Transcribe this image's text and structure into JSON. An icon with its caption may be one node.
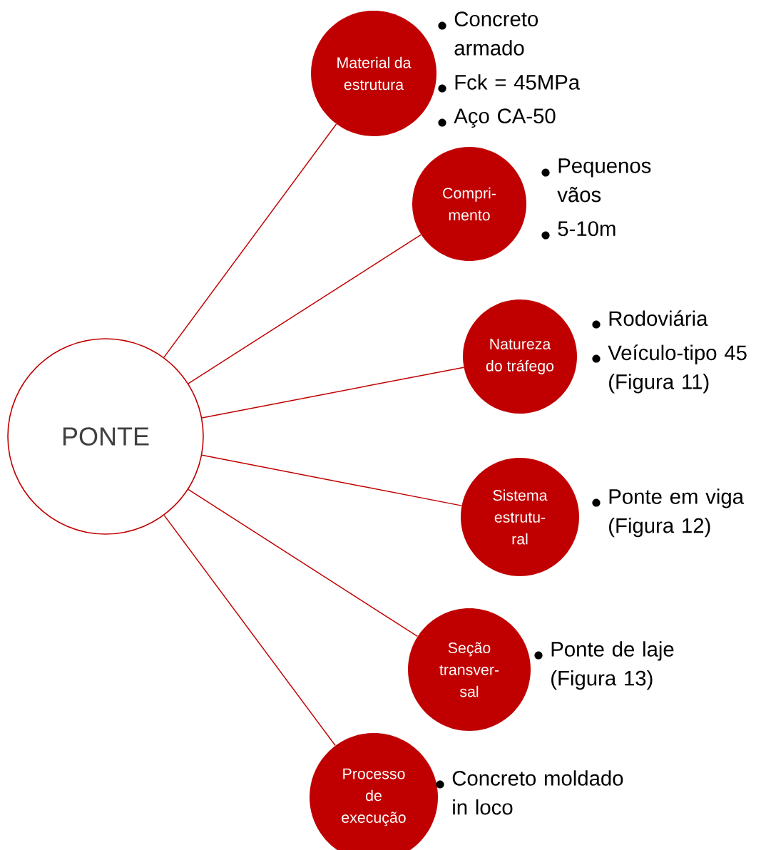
{
  "diagram": {
    "nodes": [
      {
        "text": [
          "PONTE"
        ]
      },
      {
        "text": [
          "Material da estrutura"
        ],
        "beside": [
          "Concreto armado",
          "Fck = 45MPa",
          "Aço CA-50"
        ]
      },
      {
        "text": [
          "Compri- mento"
        ],
        "beside": [
          "Pequenos vãos",
          "5-10m"
        ]
      },
      {
        "text": [
          "Natureza do tráfego"
        ],
        "beside": [
          "Rodoviária",
          "Veículo-tipo 45 (Figura 11)"
        ]
      },
      {
        "text": [
          "Sistema estrutu- ral"
        ],
        "beside": [
          "Ponte em viga (Figura 12)"
        ]
      },
      {
        "text": [
          "Seção transver- sal"
        ],
        "beside": [
          "Ponte de laje (Figura 13)"
        ]
      },
      {
        "text": [
          "Processo de execução"
        ],
        "beside": [
          "Concreto moldado in loco"
        ]
      }
    ],
    "edges": [
      {
        "from": 0,
        "to": 1,
        "arrow": "none"
      },
      {
        "from": 0,
        "to": 2,
        "arrow": "none"
      },
      {
        "from": 0,
        "to": 3,
        "arrow": "none"
      },
      {
        "from": 0,
        "to": 4,
        "arrow": "none"
      },
      {
        "from": 0,
        "to": 5,
        "arrow": "none"
      },
      {
        "from": 0,
        "to": 6,
        "arrow": "none"
      }
    ]
  }
}
